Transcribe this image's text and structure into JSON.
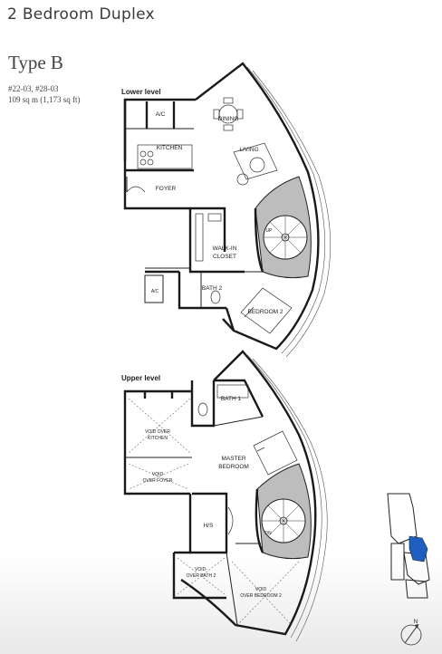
{
  "header": {
    "title": "2 Bedroom Duplex",
    "type_name": "Type B",
    "unit_numbers": "#22-03, #28-03",
    "area": "109 sq m (1,173 sq ft)"
  },
  "lower_level": {
    "label": "Lower level",
    "rooms": {
      "ac_top": "A/C",
      "dining": "DINING",
      "kitchen": "KITCHEN",
      "living": "LIVING",
      "foyer": "FOYER",
      "up": "UP",
      "walkin_1": "WALK-IN",
      "walkin_2": "CLOSET",
      "ac_small": "A/C",
      "bath2": "BATH 2",
      "bedroom2": "BEDROOM 2"
    }
  },
  "upper_level": {
    "label": "Upper level",
    "rooms": {
      "bath1": "BATH 1",
      "void_kitchen_1": "VOID OVER",
      "void_kitchen_2": "KITCHEN",
      "master_1": "MASTER",
      "master_2": "BEDROOM",
      "void_foyer_1": "VOID",
      "void_foyer_2": "OVER FOYER",
      "hs": "H/S",
      "dn": "DN",
      "void_bath2_1": "VOID-",
      "void_bath2_2": "OVER BATH 2",
      "void_bed2_1": "VOID",
      "void_bed2_2": "OVER BEDROOM 2"
    }
  },
  "key_plan": {
    "north": "N",
    "highlight_color": "#1f5fbf"
  },
  "colors": {
    "stair_shade": "#bdbdbd",
    "wall": "#1a1a1a"
  }
}
